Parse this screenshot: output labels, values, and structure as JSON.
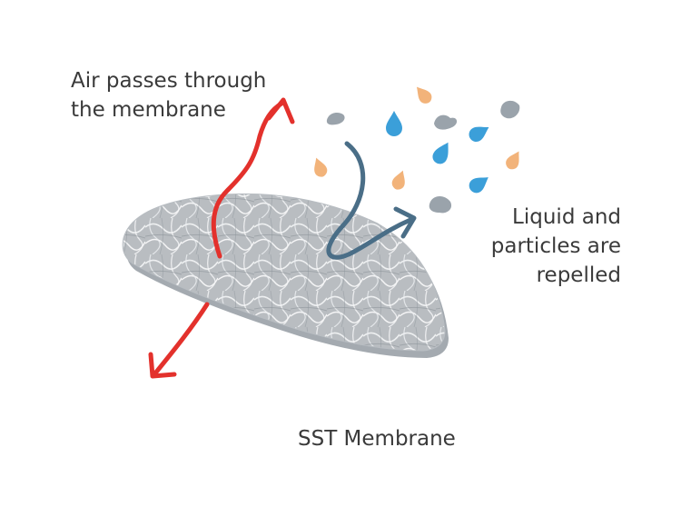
{
  "labels": {
    "air": [
      "Air passes through",
      "the membrane"
    ],
    "repelled": [
      "Liquid and",
      "particles are",
      "repelled"
    ],
    "caption": "SST Membrane"
  },
  "colors": {
    "air_arrow": "#e3312c",
    "repel_arrow": "#4a6e87",
    "membrane": "#c2c5c8",
    "membrane_edge": "#9aa0a6",
    "water_drop": "#3b9fd9",
    "oil_drop": "#f2b37a",
    "particle": "#9aa3ab"
  },
  "icons": [
    "air-arrow",
    "repel-arrow",
    "water-droplet-icon",
    "oil-droplet-icon",
    "dust-particle-icon"
  ]
}
